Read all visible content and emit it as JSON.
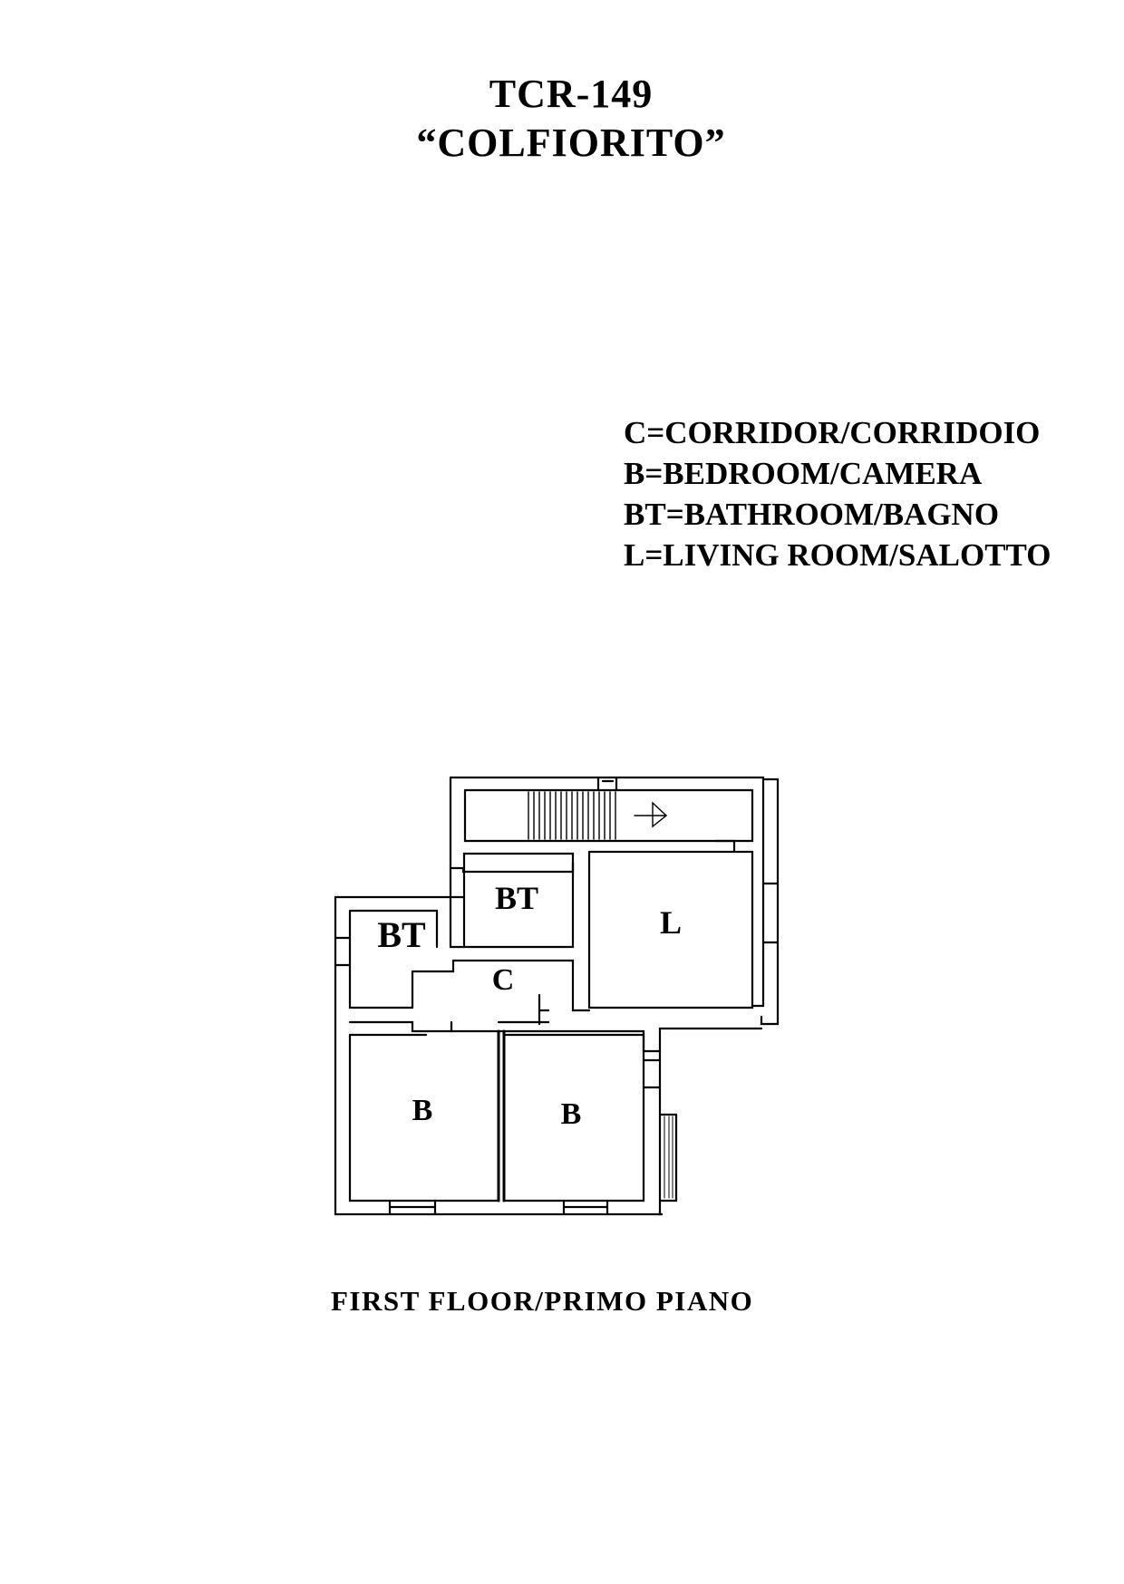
{
  "header": {
    "code": "TCR-149",
    "name": "“COLFIORITO”"
  },
  "legend": [
    "C=CORRIDOR/CORRIDOIO",
    "B=BEDROOM/CAMERA",
    "BT=BATHROOM/BAGNO",
    "L=LIVING ROOM/SALOTTO"
  ],
  "rooms": {
    "bt_upper": "BT",
    "bt_left": "BT",
    "corridor": "C",
    "living": "L",
    "bedroom_left": "B",
    "bedroom_right": "B"
  },
  "caption": "FIRST FLOOR/PRIMO PIANO"
}
